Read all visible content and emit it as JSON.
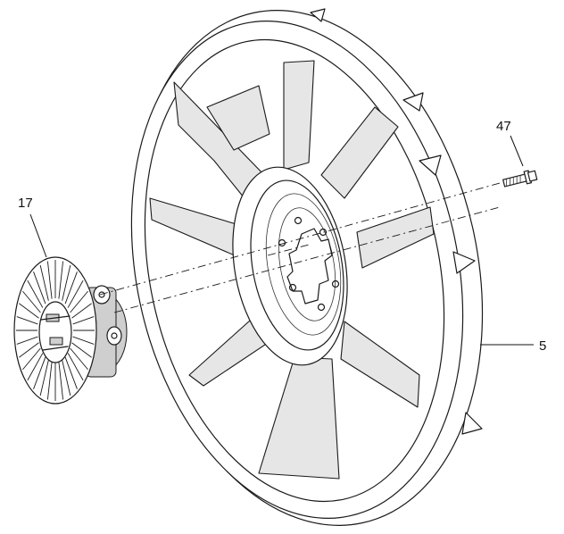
{
  "callouts": {
    "clutch": "17",
    "bolt": "47",
    "fan": "5"
  }
}
